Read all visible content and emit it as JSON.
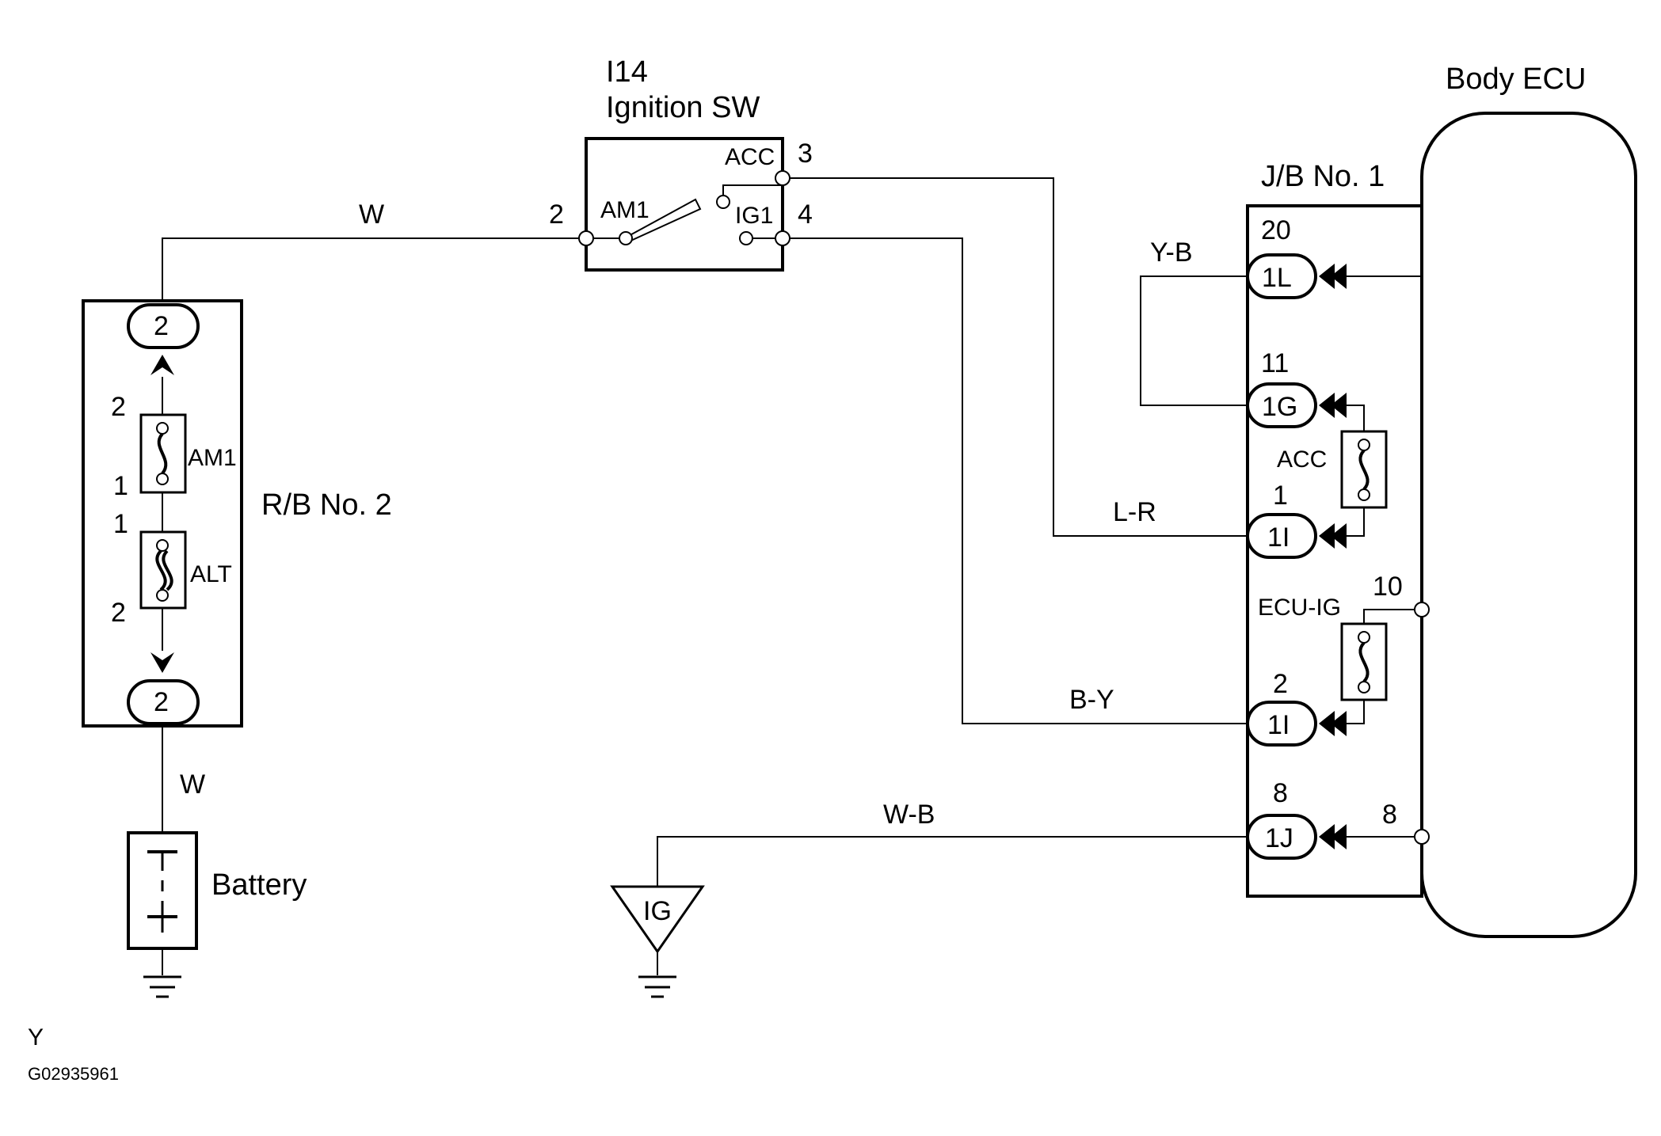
{
  "labels": {
    "ignition_id": "I14",
    "ignition_name": "Ignition SW",
    "body_ecu": "Body ECU",
    "jb": "J/B No. 1",
    "rb": "R/B No. 2",
    "battery": "Battery",
    "ground_ig": "IG",
    "footer_code": "Y",
    "footer_id": "G02935961"
  },
  "ignition": {
    "am1": "AM1",
    "acc": "ACC",
    "ig1": "IG1",
    "pin_left": "2",
    "pin_acc": "3",
    "pin_ig1": "4"
  },
  "wires": {
    "w_top": "W",
    "w_bottom": "W",
    "yb": "Y-B",
    "lr": "L-R",
    "by": "B-Y",
    "wb": "W-B"
  },
  "rb_box": {
    "conn_top": "2",
    "conn_bottom": "2",
    "fuse_am1": "AM1",
    "fuse_alt": "ALT",
    "am1_top_pin": "2",
    "am1_bottom_pin": "1",
    "alt_top_pin": "1",
    "alt_bottom_pin": "2"
  },
  "jb_box": {
    "conn_1l": "1L",
    "conn_1g": "1G",
    "conn_1i_a": "1I",
    "conn_1i_b": "1I",
    "conn_1j": "1J",
    "pin_20": "20",
    "pin_11": "11",
    "pin_1": "1",
    "pin_2": "2",
    "pin_8_left": "8",
    "fuse_acc": "ACC",
    "fuse_ecu_ig": "ECU-IG",
    "ecu_pin_10": "10",
    "ecu_pin_8": "8"
  },
  "colors": {
    "line": "#000000",
    "background": "#ffffff"
  }
}
